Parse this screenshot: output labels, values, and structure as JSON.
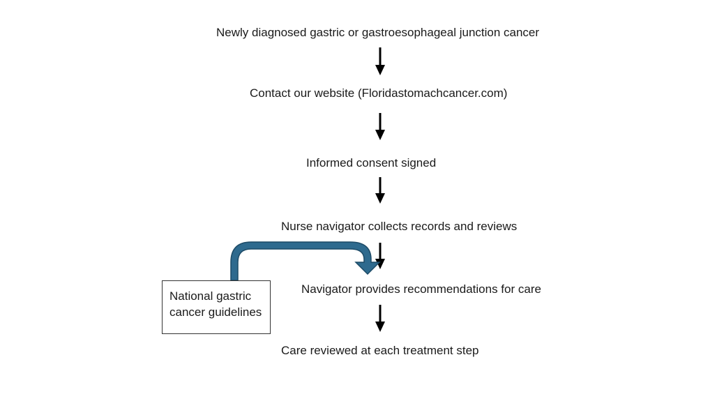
{
  "flow": {
    "steps": [
      "Newly diagnosed gastric or gastroesophageal junction cancer",
      "Contact our website (Floridastomachcancer.com)",
      "Informed consent signed",
      "Nurse navigator collects records and reviews",
      "Navigator provides recommendations for care",
      "Care reviewed at each treatment step"
    ],
    "side_box": {
      "line1": "National gastric",
      "line2": "cancer guidelines"
    }
  },
  "colors": {
    "arrow": "#000000",
    "curved_arrow_fill": "#2e6a8e",
    "curved_arrow_stroke": "#1d4b67",
    "box_border": "#333333"
  }
}
